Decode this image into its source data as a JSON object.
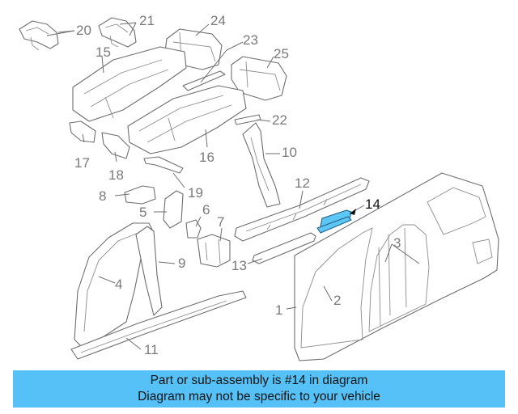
{
  "colors": {
    "highlight_fill": "#5cc6f5",
    "banner_fill": "#55c1f6",
    "line": "#6e6e6e",
    "label": "#7a7a7a"
  },
  "callouts": {
    "c1": "1",
    "c2": "2",
    "c3": "3",
    "c4": "4",
    "c5": "5",
    "c6": "6",
    "c7": "7",
    "c8": "8",
    "c9": "9",
    "c10": "10",
    "c11": "11",
    "c12": "12",
    "c13": "13",
    "c14": "14",
    "c15": "15",
    "c16": "16",
    "c17": "17",
    "c18": "18",
    "c19": "19",
    "c20": "20",
    "c21": "21",
    "c22": "22",
    "c23": "23",
    "c24": "24",
    "c25": "25"
  },
  "highlighted_part": "14",
  "banner": {
    "line1": "Part or sub-assembly is #14 in diagram",
    "line2": "Diagram may not be specific to your vehicle"
  }
}
